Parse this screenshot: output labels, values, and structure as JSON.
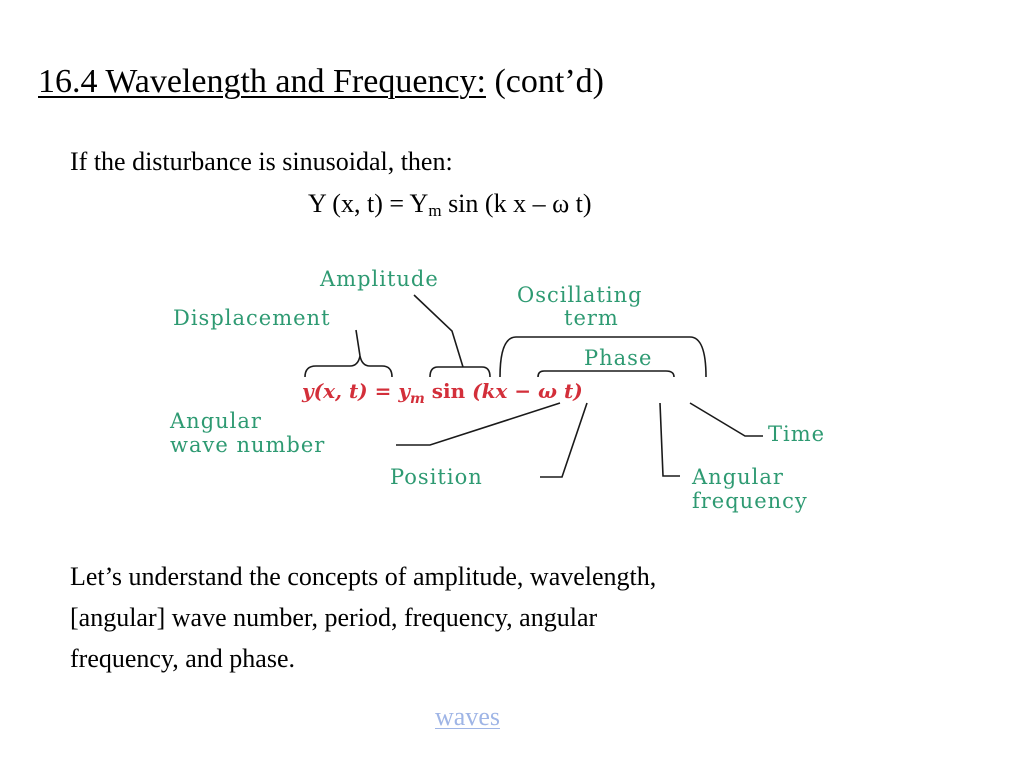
{
  "slide": {
    "title_underlined": "16.4 Wavelength and Frequency:",
    "title_rest": "(cont’d)",
    "intro": "If the disturbance is sinusoidal, then:",
    "equation": {
      "lhs": "Y (x, t) = Y",
      "sub": "m",
      "rhs": " sin (k x – ω t)"
    },
    "body_lines": [
      "Let’s understand the concepts of amplitude, wavelength,",
      "[angular] wave number, period,  frequency, angular",
      "frequency, and  phase."
    ],
    "link_text": "waves",
    "link_color": "#9fb5e6"
  },
  "diagram": {
    "label_color": "#2e9a72",
    "equation_color": "#d32f3a",
    "labels": {
      "amplitude": "Amplitude",
      "oscillating_1": "Oscillating",
      "oscillating_2": "term",
      "displacement": "Displacement",
      "phase": "Phase",
      "angular_wave_1": "Angular",
      "angular_wave_2": "wave number",
      "time": "Time",
      "position": "Position",
      "angular_freq_1": "Angular",
      "angular_freq_2": "frequency"
    },
    "equation": {
      "y": "y",
      "args": "(x, t)",
      "eq": " = ",
      "ym": "y",
      "m": "m",
      "sin": " sin ",
      "phase": "(kx − ω t)"
    }
  }
}
